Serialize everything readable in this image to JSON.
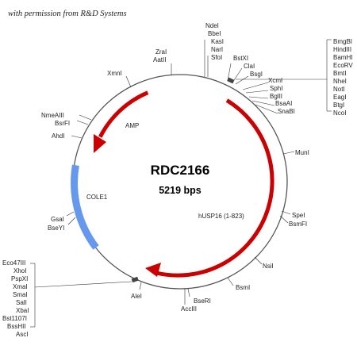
{
  "credit": "with permission from R&D Systems",
  "plasmid": {
    "name": "RDC2166",
    "size": "5219 bps"
  },
  "features": {
    "amp": "AMP",
    "cole1": "COLE1",
    "husp16": "hUSP16 (1-823)"
  },
  "colors": {
    "backbone": "#555555",
    "arrow_red": "#cc0000",
    "cole1_blue": "#6699ee"
  },
  "sites": {
    "ndei_group": [
      "NdeI",
      "BbeI",
      "KasI",
      "NarI",
      "SfoI"
    ],
    "zrai_group": [
      "ZraI",
      "AatII"
    ],
    "xmni": "XmnI",
    "bstxi_group": [
      "BstXI",
      "ClaI",
      "BsgI"
    ],
    "mcs_right": [
      "BmgBI",
      "HindIII",
      "BamHI",
      "EcoRV",
      "BmtI",
      "NheI",
      "NotI",
      "EagI",
      "BtgI",
      "NcoI"
    ],
    "xcmi_group": [
      "XcmI",
      "SphI",
      "BglII",
      "BsaAI",
      "SnaBI"
    ],
    "mumi": "MunI",
    "spei_group": [
      "SpeI",
      "BsmFI"
    ],
    "nsii": "NsiI",
    "bsmi": "BsmI",
    "bseri_group": [
      "BseRI",
      "AccIII"
    ],
    "alei": "AleI",
    "mcs_left": [
      "Eco47III",
      "XhoI",
      "PspXI",
      "XmaI",
      "SmaI",
      "SalI",
      "XbaI",
      "Bst1107I",
      "BssHII",
      "AscI"
    ],
    "gsai_group": [
      "GsaI",
      "BseYI"
    ],
    "nmeaiii_group": [
      "NmeAIII",
      "BsrFI"
    ],
    "ahdi": "AhdI"
  }
}
